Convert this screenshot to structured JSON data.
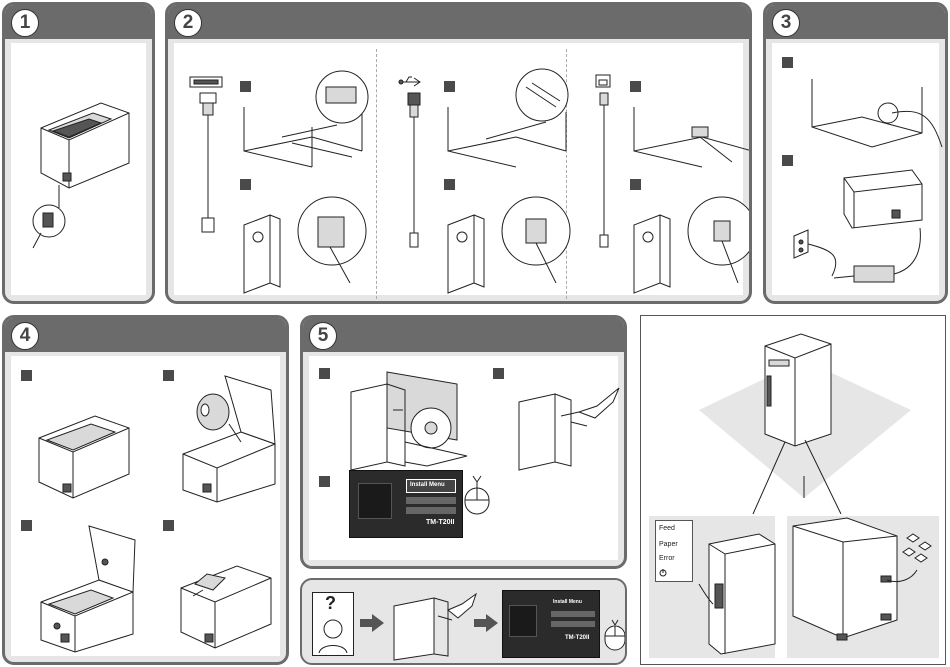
{
  "steps": {
    "s1": "1",
    "s2": "2",
    "s3": "3",
    "s4": "4",
    "s5": "5"
  },
  "help_symbol": "?",
  "screen": {
    "install_menu": "Install Menu",
    "model": "TM-T20II"
  },
  "status_labels": {
    "feed": "Feed",
    "paper": "Paper",
    "error": "Error"
  },
  "colors": {
    "panel_frame": "#6b6b6b",
    "panel_fill": "#e6e6e6",
    "step_square": "#4a4a4a"
  },
  "icons": [
    "serial-port-icon",
    "usb-icon",
    "ethernet-icon",
    "cd-icon",
    "mouse-icon",
    "power-outlet-icon",
    "arrow-icon",
    "question-icon"
  ]
}
